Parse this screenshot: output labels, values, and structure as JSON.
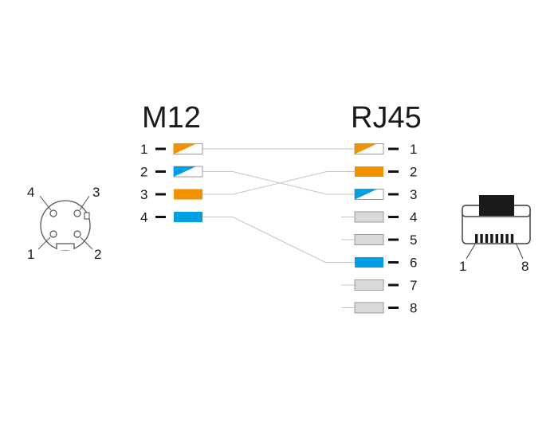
{
  "colors": {
    "orange": "#f39200",
    "blue": "#009fe3",
    "gray": "#d9d9d9",
    "white": "#ffffff",
    "wire": "#c4c4c4"
  },
  "m12": {
    "title": "M12",
    "pins": [
      {
        "number": "1",
        "style": "orange-white"
      },
      {
        "number": "2",
        "style": "blue-white"
      },
      {
        "number": "3",
        "style": "orange"
      },
      {
        "number": "4",
        "style": "blue"
      }
    ]
  },
  "rj45": {
    "title": "RJ45",
    "pins": [
      {
        "number": "1",
        "style": "orange-white"
      },
      {
        "number": "2",
        "style": "orange"
      },
      {
        "number": "3",
        "style": "blue-white"
      },
      {
        "number": "4",
        "style": "gray"
      },
      {
        "number": "5",
        "style": "gray"
      },
      {
        "number": "6",
        "style": "blue"
      },
      {
        "number": "7",
        "style": "gray"
      },
      {
        "number": "8",
        "style": "gray"
      }
    ]
  },
  "wires": [
    {
      "from": "1",
      "to": "1"
    },
    {
      "from": "2",
      "to": "3"
    },
    {
      "from": "3",
      "to": "2"
    },
    {
      "from": "4",
      "to": "6"
    }
  ],
  "m12_face": {
    "labels": {
      "top_left": "4",
      "top_right": "3",
      "bottom_left": "1",
      "bottom_right": "2"
    }
  },
  "rj45_plug": {
    "labels": {
      "left": "1",
      "right": "8"
    }
  }
}
